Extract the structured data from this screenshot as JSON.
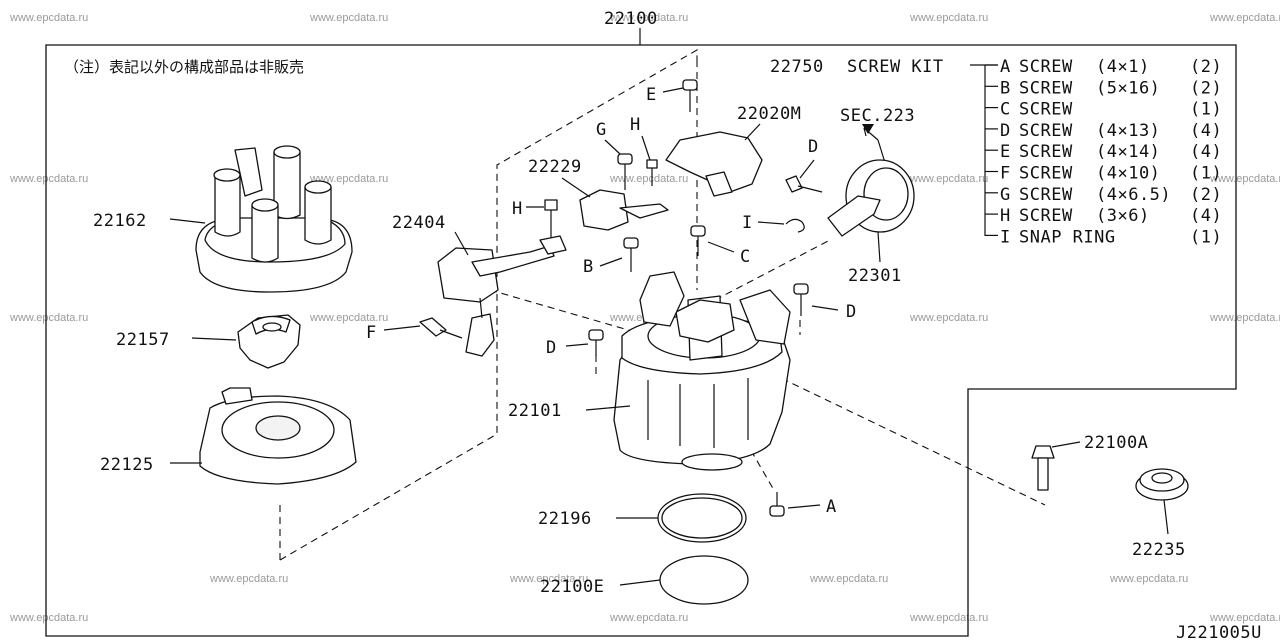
{
  "diagram": {
    "main_assembly": "22100",
    "note_jp": "（注）表記以外の構成部品は非販売",
    "drawing_code": "J221005U",
    "watermark": "www.epcdata.ru",
    "kit": {
      "number": "22750",
      "title": "SCREW KIT",
      "items": [
        {
          "letter": "A",
          "name": "SCREW",
          "size": "(4×1)",
          "qty": "(2)"
        },
        {
          "letter": "B",
          "name": "SCREW",
          "size": "(5×16)",
          "qty": "(2)"
        },
        {
          "letter": "C",
          "name": "SCREW",
          "size": "",
          "qty": "(1)"
        },
        {
          "letter": "D",
          "name": "SCREW",
          "size": "(4×13)",
          "qty": "(4)"
        },
        {
          "letter": "E",
          "name": "SCREW",
          "size": "(4×14)",
          "qty": "(4)"
        },
        {
          "letter": "F",
          "name": "SCREW",
          "size": "(4×10)",
          "qty": "(1)"
        },
        {
          "letter": "G",
          "name": "SCREW",
          "size": "(4×6.5)",
          "qty": "(2)"
        },
        {
          "letter": "H",
          "name": "SCREW",
          "size": "(3×6)",
          "qty": "(4)"
        },
        {
          "letter": "I",
          "name": "SNAP RING",
          "size": "",
          "qty": "(1)"
        }
      ]
    },
    "parts": {
      "p22162": "22162",
      "p22157": "22157",
      "p22125": "22125",
      "p22404": "22404",
      "p22229": "22229",
      "p22020M": "22020M",
      "sec223": "SEC.223",
      "p22301": "22301",
      "p22101": "22101",
      "p22196": "22196",
      "p22100E": "22100E",
      "p22100A": "22100A",
      "p22235": "22235"
    },
    "callouts": {
      "A": "A",
      "B": "B",
      "C": "C",
      "D1": "D",
      "D2": "D",
      "D3": "D",
      "E": "E",
      "F": "F",
      "G": "G",
      "H1": "H",
      "H2": "H",
      "I": "I"
    }
  }
}
